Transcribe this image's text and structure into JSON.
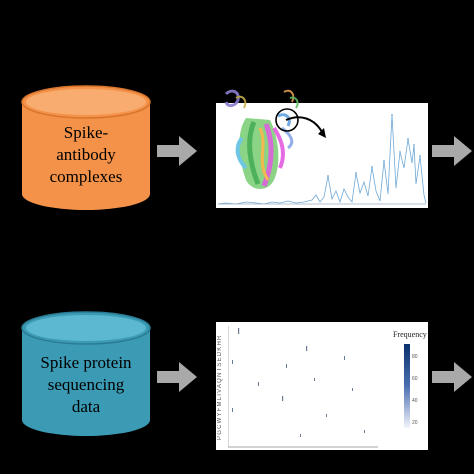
{
  "steps": [
    {
      "label_lines": [
        "Spike-",
        "antibody",
        "complexes"
      ],
      "color": "#f4924a"
    },
    {
      "label_lines": [
        "Spike protein",
        "sequencing",
        "data"
      ],
      "color": "#3b9ab4"
    }
  ],
  "heatmap": {
    "legend_title": "Frequency",
    "legend_ticks": [
      "20",
      "40",
      "60",
      "80"
    ],
    "y_axis_text": "PGCWYFMLIVAQNTSEDKHR"
  },
  "colors": {
    "arrow": "#a9a9a9",
    "background": "#000000",
    "line_plot": "#6fa8d6"
  }
}
